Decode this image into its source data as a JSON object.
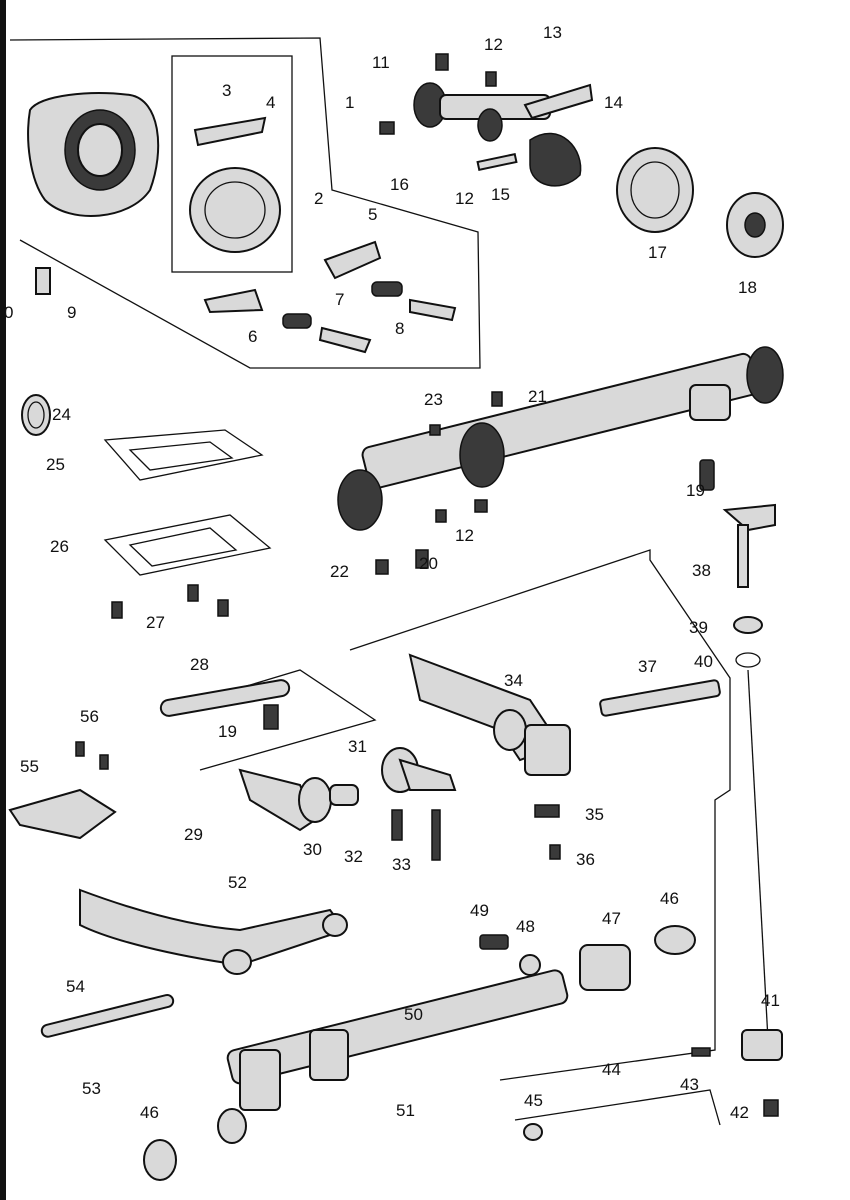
{
  "diagram": {
    "title": "",
    "labels": [
      "1",
      "2",
      "3",
      "4",
      "5",
      "6",
      "7",
      "8",
      "9",
      "0",
      "11",
      "12",
      "12",
      "12",
      "13",
      "14",
      "15",
      "16",
      "17",
      "18",
      "19",
      "19",
      "20",
      "21",
      "22",
      "23",
      "24",
      "25",
      "26",
      "27",
      "28",
      "29",
      "30",
      "31",
      "32",
      "33",
      "34",
      "35",
      "36",
      "37",
      "38",
      "39",
      "40",
      "41",
      "42",
      "43",
      "44",
      "45",
      "46",
      "46",
      "47",
      "48",
      "49",
      "50",
      "51",
      "52",
      "53",
      "54",
      "55",
      "56"
    ],
    "colors": {
      "line": "#111111",
      "part_fill": "#d9d9d9",
      "background": "#ffffff"
    }
  }
}
